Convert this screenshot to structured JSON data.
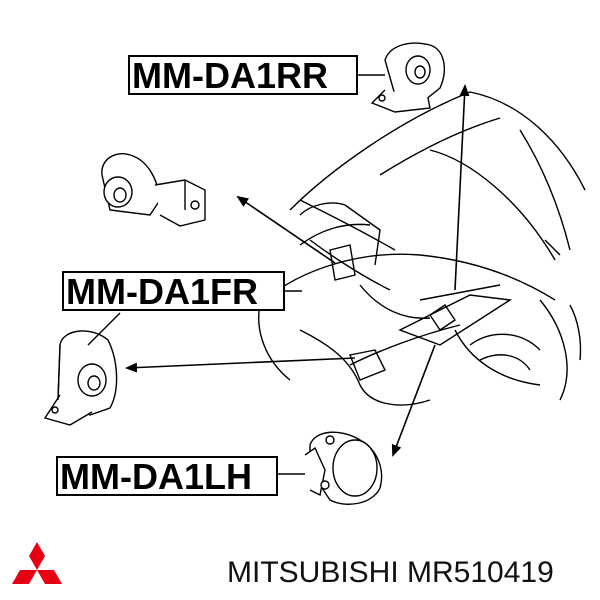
{
  "parts": {
    "rear_mount": "MM-DA1RR",
    "front_mount": "MM-DA1FR",
    "left_mount": "MM-DA1LH"
  },
  "footer": {
    "brand_part": "MITSUBISHI MR510419"
  },
  "colors": {
    "line": "#000000",
    "logo": "#e60012"
  },
  "icons": {
    "logo": "three-diamond-logo-icon"
  }
}
